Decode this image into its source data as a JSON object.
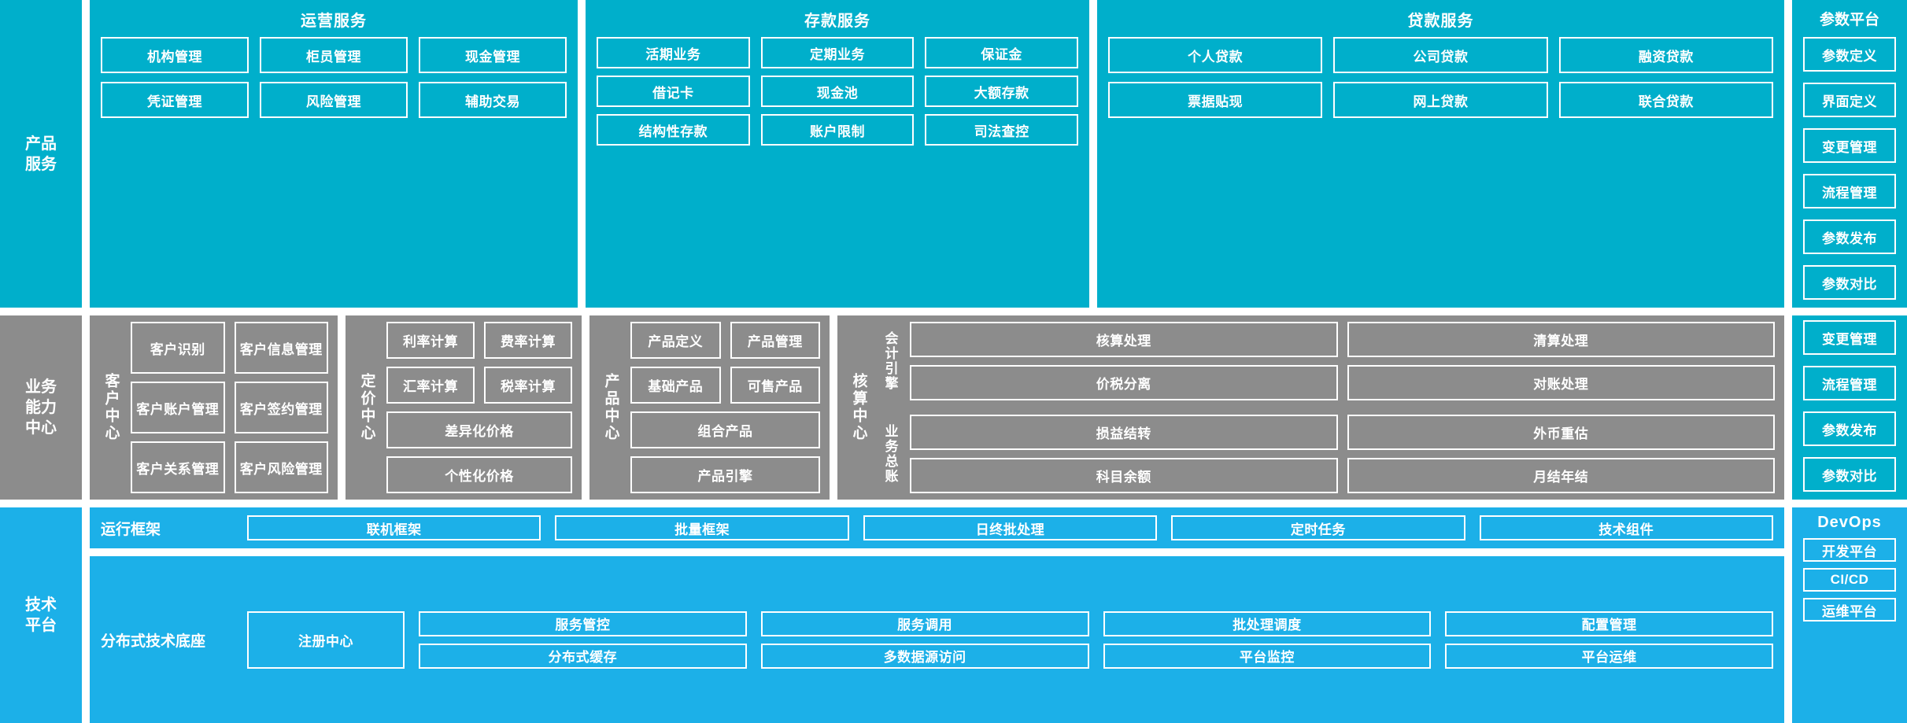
{
  "colors": {
    "product_cyan": "#00AFCB",
    "capability_gray": "#8C8C8C",
    "tech_blue": "#1CB0E8",
    "border_white": "#FFFFFF"
  },
  "rows": {
    "product": {
      "rail_label": "产品\n服务",
      "groups": [
        {
          "title": "运营服务",
          "items": [
            "机构管理",
            "柜员管理",
            "现金管理",
            "凭证管理",
            "风险管理",
            "辅助交易"
          ]
        },
        {
          "title": "存款服务",
          "items": [
            "活期业务",
            "定期业务",
            "保证金",
            "借记卡",
            "现金池",
            "大额存款",
            "结构性存款",
            "账户限制",
            "司法查控"
          ]
        },
        {
          "title": "贷款服务",
          "items": [
            "个人贷款",
            "公司贷款",
            "融资贷款",
            "票据贴现",
            "网上贷款",
            "联合贷款"
          ]
        }
      ]
    },
    "capability": {
      "rail_label": "业务\n能力\n中心",
      "centers": [
        {
          "name": "客户中心",
          "items": [
            "客户识别",
            "客户信息管理",
            "客户账户管理",
            "客户签约管理",
            "客户关系管理",
            "客户风险管理"
          ]
        },
        {
          "name": "定价中心",
          "items": [
            "利率计算",
            "费率计算",
            "汇率计算",
            "税率计算",
            "差异化价格",
            "个性化价格"
          ]
        },
        {
          "name": "产品中心",
          "items": [
            "产品定义",
            "产品管理",
            "基础产品",
            "可售产品",
            "组合产品",
            "产品引擎"
          ]
        },
        {
          "name": "核算中心",
          "subgroups": [
            {
              "label": "会计引擎",
              "items": [
                "核算处理",
                "清算处理",
                "价税分离",
                "对账处理"
              ]
            },
            {
              "label": "业务总账",
              "items": [
                "损益结转",
                "外币重估",
                "科目余额",
                "月结年结"
              ]
            }
          ]
        }
      ]
    },
    "technical": {
      "rail_label": "技术\n平台",
      "strips": [
        {
          "label": "运行框架",
          "items": [
            "联机框架",
            "批量框架",
            "日终批处理",
            "定时任务",
            "技术组件"
          ]
        },
        {
          "label": "分布式技术底座",
          "anchor": "注册中心",
          "items": [
            "服务管控",
            "服务调用",
            "批处理调度",
            "配置管理",
            "分布式缓存",
            "多数据源访问",
            "平台监控",
            "平台运维"
          ]
        }
      ]
    }
  },
  "right_rail": {
    "param_platform": {
      "title": "参数平台",
      "items": [
        "参数定义",
        "界面定义",
        "变更管理",
        "流程管理",
        "参数发布",
        "参数对比"
      ]
    },
    "devops": {
      "title": "DevOps",
      "items": [
        "开发平台",
        "CI/CD",
        "运维平台"
      ]
    }
  }
}
